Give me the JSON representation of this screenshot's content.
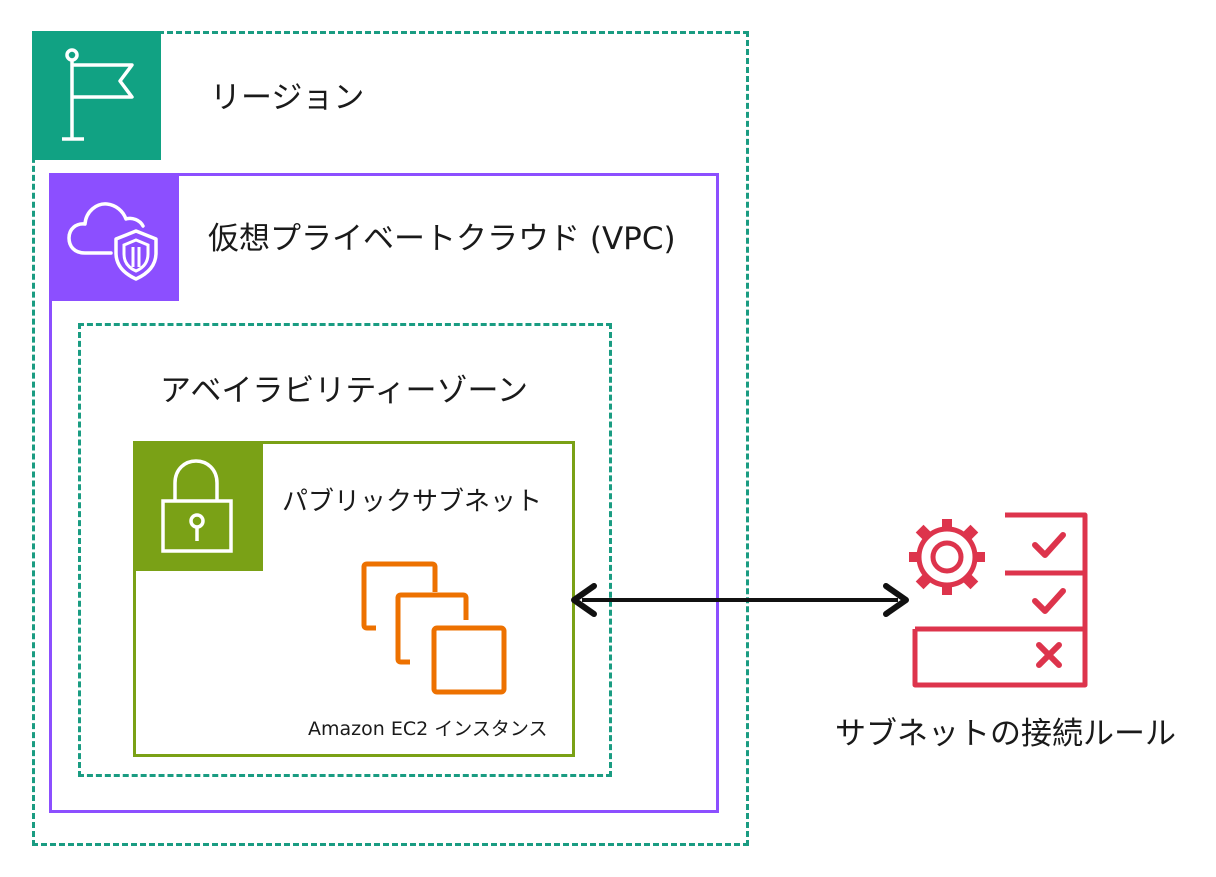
{
  "region": {
    "label": "リージョン",
    "icon": "flag-icon",
    "color": "#11a283"
  },
  "vpc": {
    "label": "仮想プライベートクラウド (VPC)",
    "icon": "cloud-shield-icon",
    "color": "#8c4fff"
  },
  "availability_zone": {
    "label": "アベイラビリティーゾーン",
    "border_color": "#1a9c82"
  },
  "subnet": {
    "label": "パブリックサブネット",
    "icon": "lock-icon",
    "color": "#7aa116"
  },
  "ec2": {
    "label": "Amazon EC2 インスタンス",
    "icon": "ec2-instances-icon",
    "color": "#ed7100"
  },
  "connector": {
    "type": "bidirectional-arrow",
    "color": "#111111"
  },
  "rules": {
    "label": "サブネットの接続ルール",
    "icon": "network-rules-icon",
    "color": "#dd344c"
  }
}
